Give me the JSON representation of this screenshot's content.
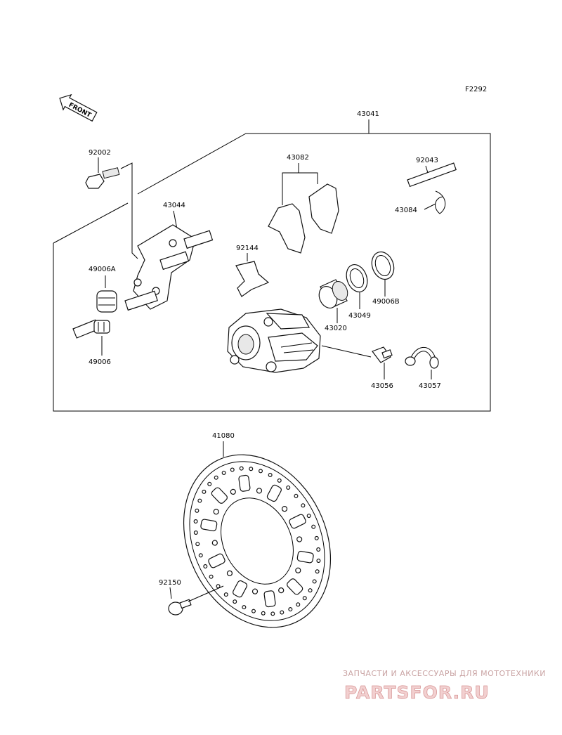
{
  "figure_code": "F2292",
  "front_label": "FRONT",
  "parts": {
    "assembly": "43041",
    "bolt": "92002",
    "bracket": "43044",
    "pads": "43082",
    "pin": "92043",
    "clip": "43084",
    "spring": "92144",
    "boot_a": "49006A",
    "boot": "49006",
    "boot_b": "49006B",
    "piston": "43020",
    "seal": "43049",
    "bleeder": "43056",
    "cap": "43057",
    "disc": "41080",
    "disc_bolt": "92150"
  },
  "watermark": {
    "tagline": "ЗАПЧАСТИ И АКСЕССУАРЫ ДЛЯ МОТОТЕХНИКИ",
    "brand": "PARTSFOR.RU"
  }
}
